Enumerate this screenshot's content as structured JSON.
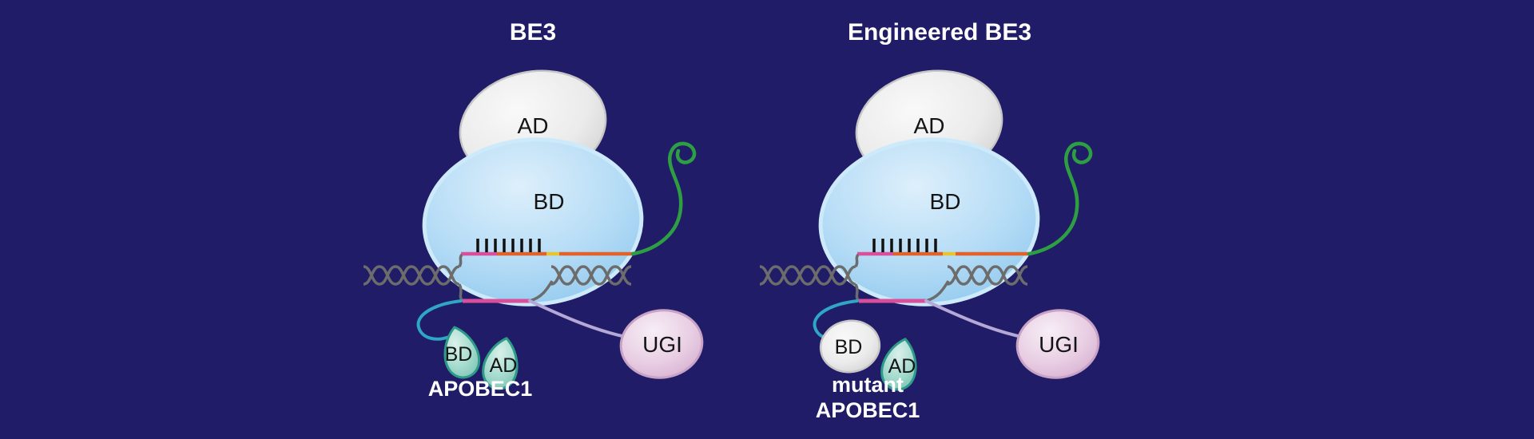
{
  "figure": {
    "left": {
      "title": "BE3",
      "cas9_ad_label": "AD",
      "cas9_bd_label": "BD",
      "apobec_bd_label": "BD",
      "apobec_ad_label": "AD",
      "apobec_name": "APOBEC1",
      "ugi_label": "UGI"
    },
    "right": {
      "title": "Engineered BE3",
      "cas9_ad_label": "AD",
      "cas9_bd_label": "BD",
      "apobec_bd_label": "BD",
      "apobec_ad_label": "AD",
      "apobec_name_line1": "mutant",
      "apobec_name_line2": "APOBEC1",
      "ugi_label": "UGI"
    },
    "colors": {
      "background": "#201c68",
      "cas9_body": "#aed8f4",
      "cas9_outline": "#cdeafb",
      "deaminase_ad_body": "#ebebeb",
      "dna_strand": "#6c6c6c",
      "sgrna_scaffold": "#2e9e43",
      "guide_rna": "#e2622b",
      "pam": "#e7c531",
      "edited_segment": "#d94f9b",
      "base_pairing_ticks": "#111111",
      "apobec_petal": "#8fd0c2",
      "apobec_petal_outline": "#2e9a88",
      "apobec_linker": "#2fa6c4",
      "ugi_body": "#e9cfe4",
      "ugi_linker": "#b3a8d6"
    }
  }
}
